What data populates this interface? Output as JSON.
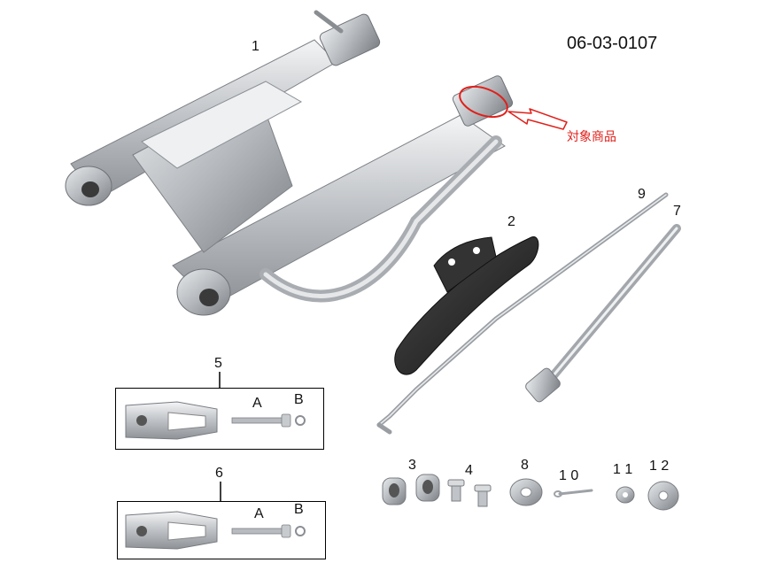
{
  "part_code": "06-03-0107",
  "target_label": "対象商品",
  "colors": {
    "highlight": "#e0201b",
    "metal": "#c9ccd0",
    "rubber": "#2a2a2a"
  },
  "callouts": {
    "n1": "1",
    "n2": "2",
    "n3": "3",
    "n4": "4",
    "n5": "5",
    "n6": "6",
    "n7": "7",
    "n8": "8",
    "n9": "9",
    "n10": "1 0",
    "n11": "1 1",
    "n12": "1 2",
    "a1": "A",
    "b1": "B",
    "a2": "A",
    "b2": "B"
  }
}
